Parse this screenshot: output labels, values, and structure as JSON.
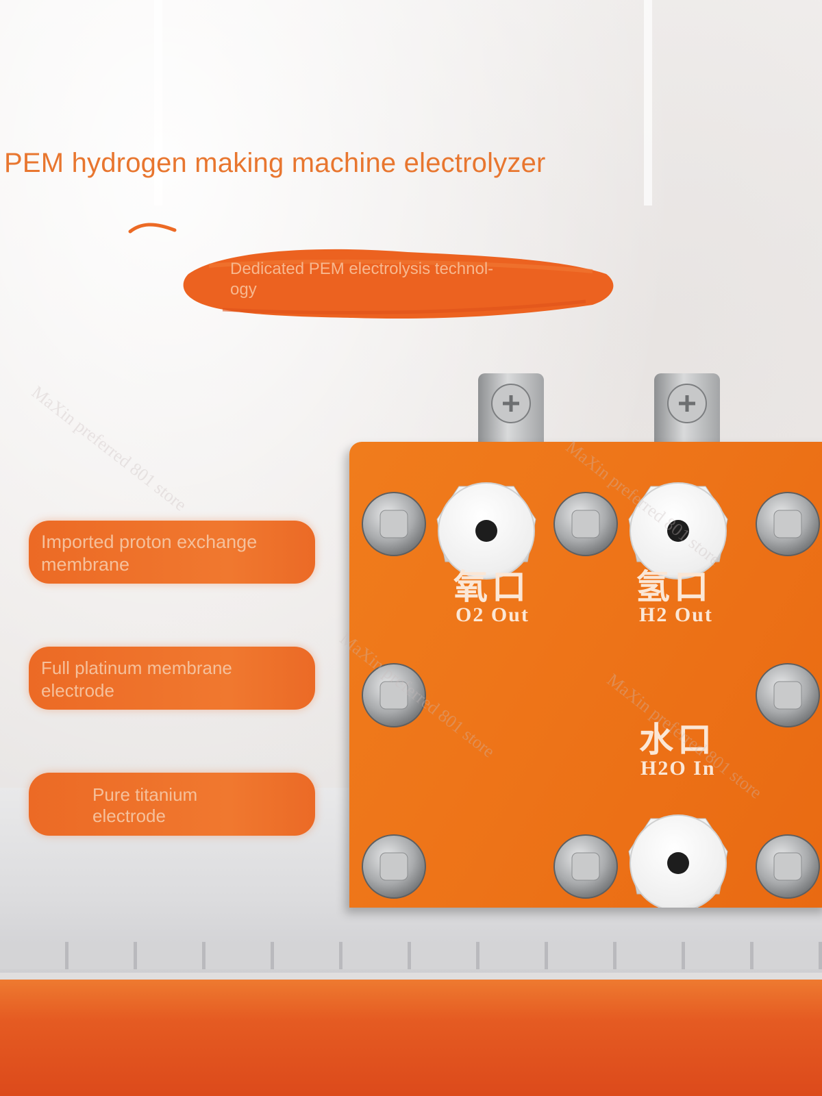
{
  "title": "PEM hydrogen making machine electrolyzer",
  "banner": {
    "text": "Dedicated PEM electrolysis technol-\nogy"
  },
  "features": [
    {
      "label": "Imported proton exchange\nmembrane"
    },
    {
      "label": "Full platinum membrane\nelectrode"
    },
    {
      "label": "Pure titanium\nelectrode"
    }
  ],
  "device": {
    "o2_cn": "氧口",
    "o2_en": "O2 Out",
    "h2_cn": "氢口",
    "h2_en": "H2 Out",
    "h2o_cn": "水口",
    "h2o_en": "H2O In"
  },
  "watermark": "MaXin preferred 801 store",
  "colors": {
    "accent": "#ee7519",
    "title": "#e8762f",
    "pill": "#ec6a25"
  }
}
